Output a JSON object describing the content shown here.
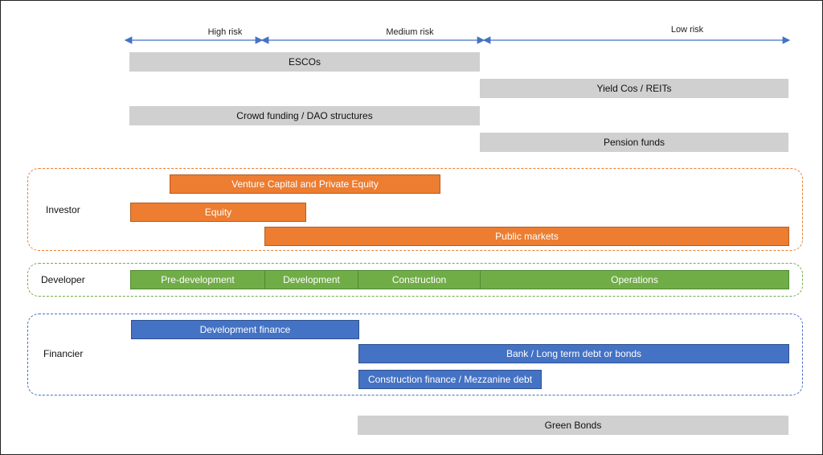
{
  "risk": {
    "high": "High risk",
    "medium": "Medium risk",
    "low": "Low risk"
  },
  "top_bars": {
    "escos": "ESCOs",
    "yield_cos": "Yield Cos / REITs",
    "crowd_funding": "Crowd funding / DAO structures",
    "pension_funds": "Pension funds"
  },
  "investor": {
    "label": "Investor",
    "venture_capital": "Venture Capital and Private Equity",
    "equity": "Equity",
    "public_markets": "Public markets"
  },
  "developer": {
    "label": "Developer",
    "stages": [
      "Pre-development",
      "Development",
      "Construction",
      "Operations"
    ]
  },
  "financier": {
    "label": "Financier",
    "development_finance": "Development finance",
    "bank": "Bank / Long term debt or bonds",
    "construction_finance": "Construction finance / Mezzanine debt"
  },
  "green_bonds": "Green Bonds",
  "colors": {
    "gray": "#d0d0d0",
    "orange": "#ed7d31",
    "green": "#70ad47",
    "blue": "#4472c4",
    "arrow": "#4472c4"
  }
}
